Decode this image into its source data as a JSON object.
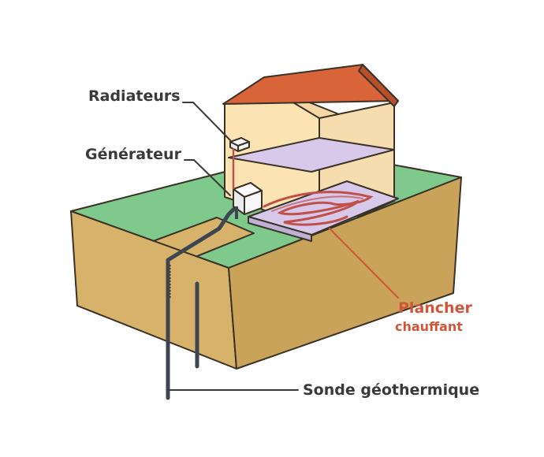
{
  "labels": {
    "radiators": "Radiateurs",
    "generator": "Générateur",
    "floor_line1": "Plancher",
    "floor_line2": "chauffant",
    "probe": "Sonde géothermique"
  },
  "colors": {
    "grass": "#7fc98c",
    "soil": "#d6b26a",
    "soil_side": "#c9a35a",
    "wall": "#fbe3b4",
    "roof": "#d9643a",
    "floor": "#d8c8ea",
    "pipe": "#3d4550",
    "heating_pipe": "#c0504a",
    "accent": "#d2553a",
    "text": "#3a3a3a"
  }
}
